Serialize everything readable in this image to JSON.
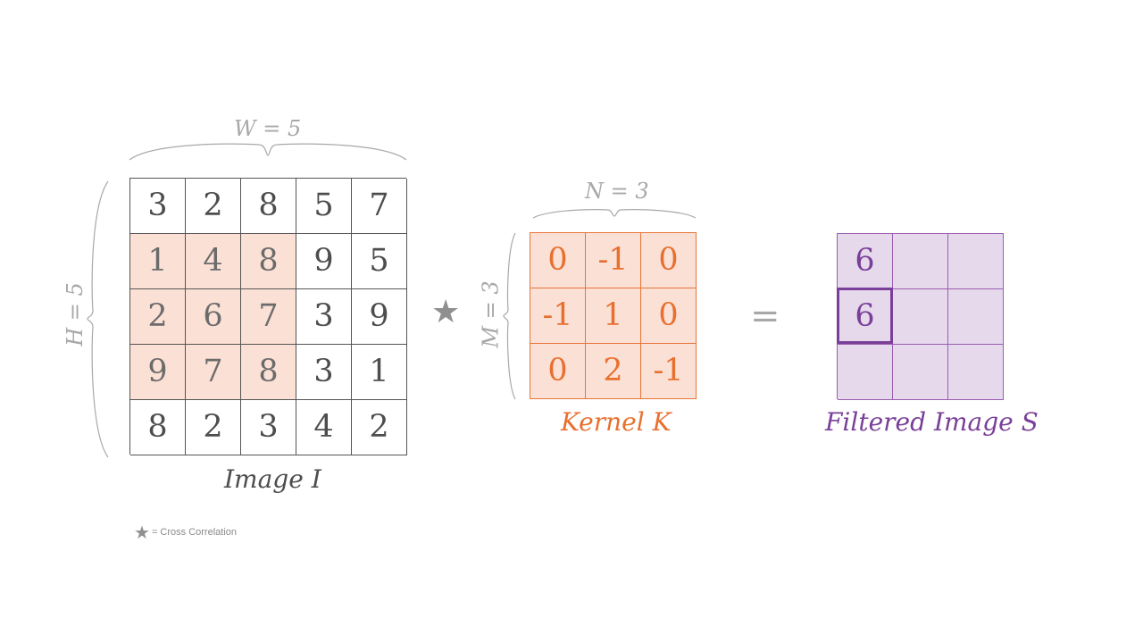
{
  "image": {
    "caption": "Image I",
    "width_label": "W = 5",
    "height_label": "H = 5",
    "rows": [
      [
        3,
        2,
        8,
        5,
        7
      ],
      [
        1,
        4,
        8,
        9,
        5
      ],
      [
        2,
        6,
        7,
        3,
        9
      ],
      [
        9,
        7,
        8,
        3,
        1
      ],
      [
        8,
        2,
        3,
        4,
        2
      ]
    ],
    "highlighted_region": {
      "row_start": 1,
      "col_start": 0,
      "size": 3
    }
  },
  "operator_symbol": "★",
  "equals_symbol": "=",
  "kernel": {
    "caption": "Kernel K",
    "width_label": "N = 3",
    "height_label": "M = 3",
    "rows": [
      [
        0,
        -1,
        0
      ],
      [
        -1,
        1,
        0
      ],
      [
        0,
        2,
        -1
      ]
    ]
  },
  "output": {
    "caption": "Filtered Image S",
    "rows": [
      [
        "6",
        "",
        ""
      ],
      [
        "6",
        "",
        ""
      ],
      [
        "",
        "",
        ""
      ]
    ],
    "current_cell": {
      "row": 1,
      "col": 0
    }
  },
  "legend": {
    "symbol": "★",
    "text": "= Cross Correlation"
  },
  "colors": {
    "image_border": "#555555",
    "highlight_fill": "#fbe0d5",
    "kernel_accent": "#e8702f",
    "output_accent": "#7a3f98",
    "output_fill": "#e6d9ec",
    "label_gray": "#a8a8a8"
  }
}
